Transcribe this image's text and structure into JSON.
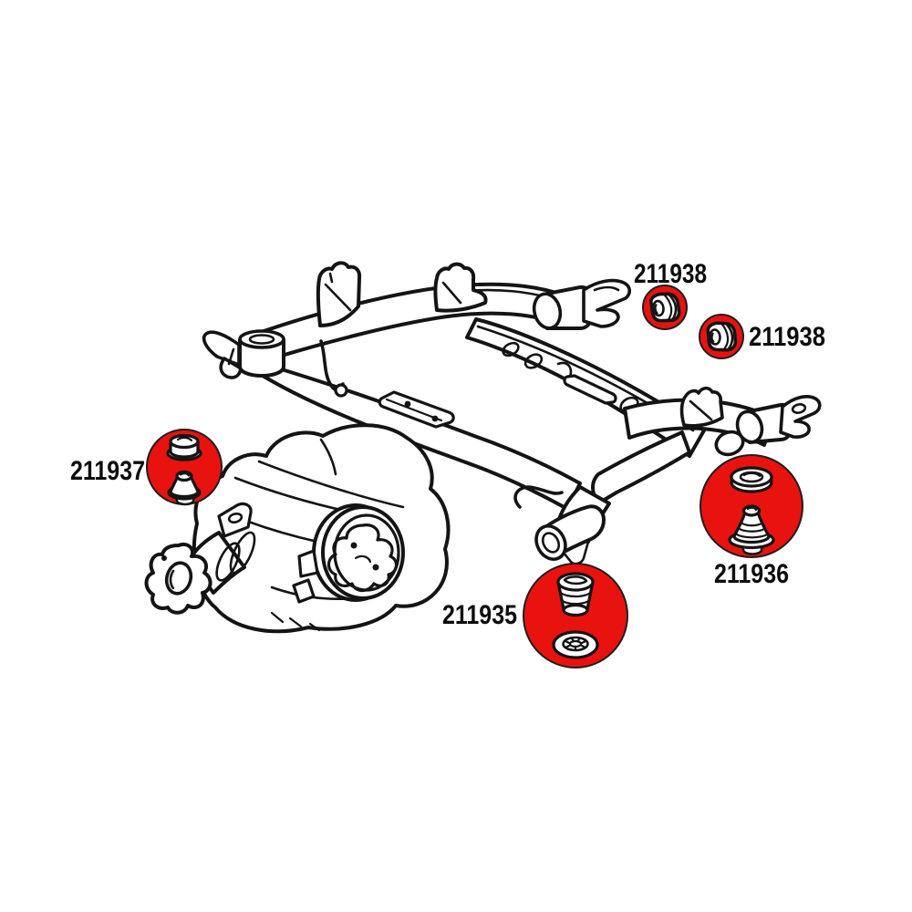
{
  "colors": {
    "highlight_red": "#e8120f",
    "circle_rim": "#1d1d1d",
    "line_ink": "#141414",
    "background": "#ffffff"
  },
  "diagram": {
    "drawing": "rear-subframe-and-differential-line-art",
    "callouts": [
      {
        "part_number": "211938",
        "icon": "sleeve-bushing",
        "position": "upper"
      },
      {
        "part_number": "211938",
        "icon": "sleeve-bushing",
        "position": "lower"
      },
      {
        "part_number": "211937",
        "icon": "cap-and-cone-bushing-pair"
      },
      {
        "part_number": "211936",
        "icon": "washer-and-ribbed-cone-bushing"
      },
      {
        "part_number": "211935",
        "icon": "ribbed-stop-and-ring-bushing"
      }
    ]
  }
}
